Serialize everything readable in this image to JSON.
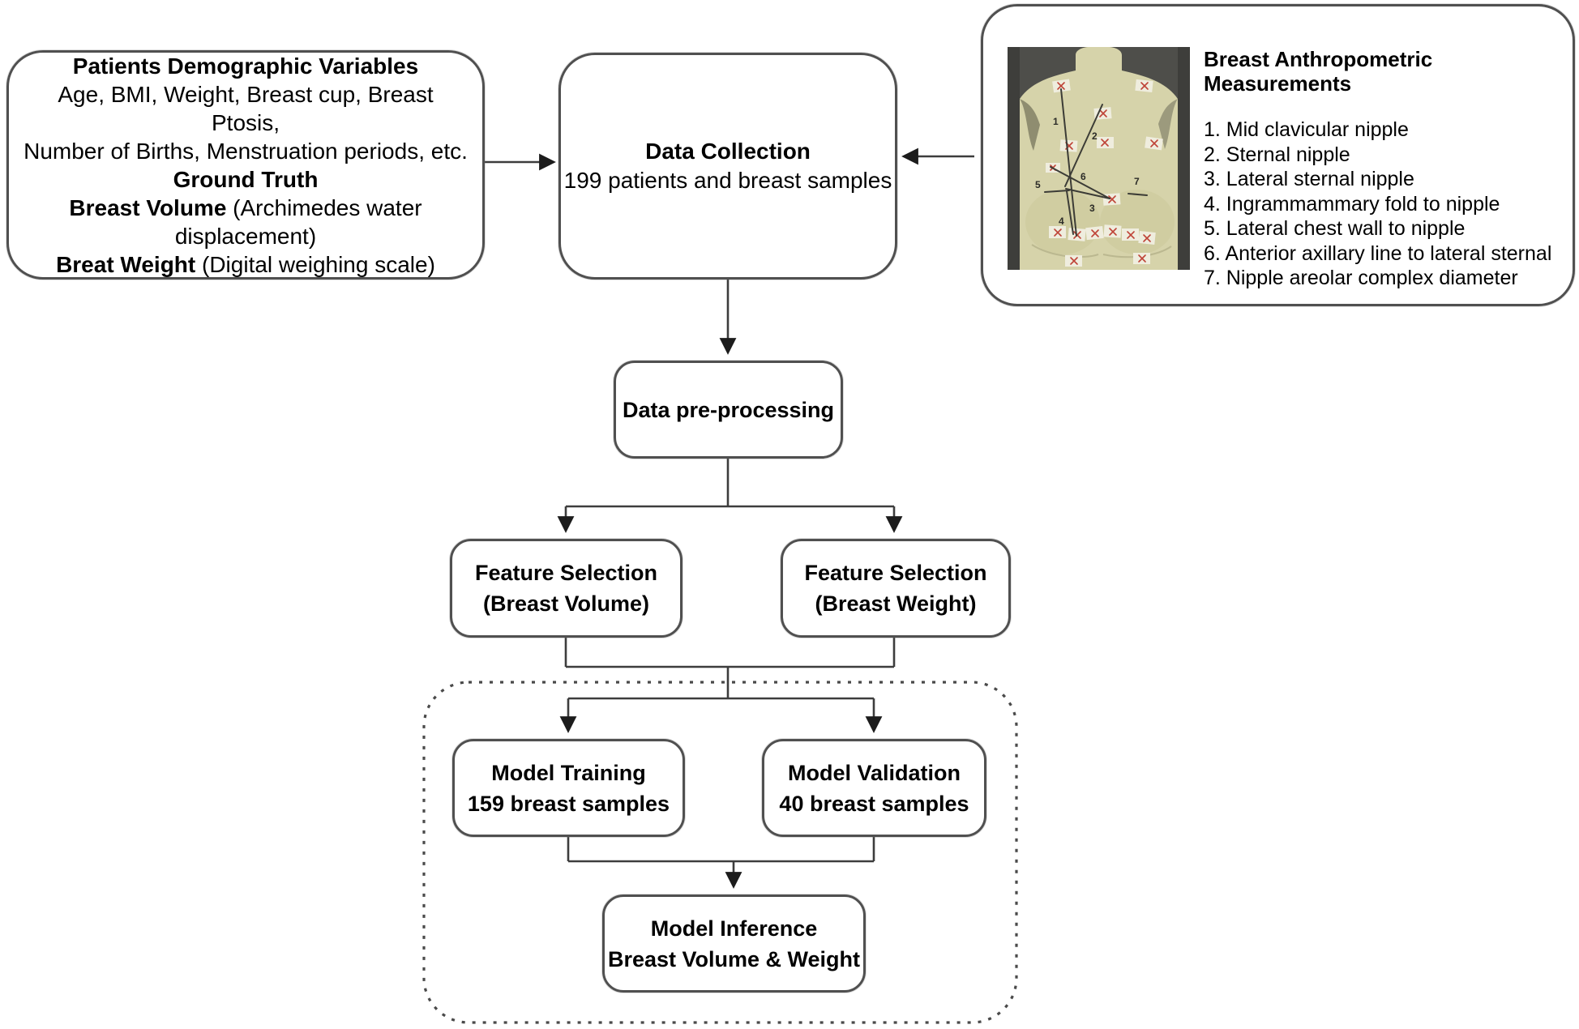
{
  "diagram": {
    "demographics_box": {
      "title": "Patients Demographic Variables",
      "line1": "Age, BMI, Weight, Breast cup, Breast Ptosis,",
      "line2": "Number of Births, Menstruation periods, etc.",
      "ground_truth_title": "Ground Truth",
      "volume_label": "Breast Volume",
      "volume_method": " (Archimedes water displacement)",
      "weight_label": "Breat Weight",
      "weight_method": " (Digital weighing scale)"
    },
    "data_collection_box": {
      "title": "Data Collection",
      "subtitle": "199 patients and breast samples"
    },
    "anthropometric_box": {
      "title": "Breast Anthropometric Measurements",
      "items": [
        "1. Mid clavicular nipple",
        "2. Sternal nipple",
        "3. Lateral sternal nipple",
        "4. Ingrammammary fold to nipple",
        "5. Lateral chest wall to nipple",
        "6. Anterior axillary line to lateral sternal",
        "7. Nipple areolar complex diameter"
      ],
      "image_markers": [
        "1",
        "2",
        "3",
        "4",
        "5",
        "6",
        "7"
      ]
    },
    "preprocessing_box": {
      "title": "Data pre-processing"
    },
    "feature_volume_box": {
      "line1": "Feature Selection",
      "line2": "(Breast Volume)"
    },
    "feature_weight_box": {
      "line1": "Feature Selection",
      "line2": "(Breast Weight)"
    },
    "training_box": {
      "line1": "Model Training",
      "line2": "159 breast samples"
    },
    "validation_box": {
      "line1": "Model Validation",
      "line2": "40 breast samples"
    },
    "inference_box": {
      "line1": "Model Inference",
      "line2": "Breast Volume & Weight"
    },
    "colors": {
      "box_border": "#505050",
      "connector": "#3d3d3d",
      "arrowhead": "#1c1c1c",
      "dashed_border": "#4a4a4a",
      "photo_background": "#4e4e4a",
      "photo_skin": "#d6d3aa",
      "marker_red": "#bf4337"
    }
  }
}
